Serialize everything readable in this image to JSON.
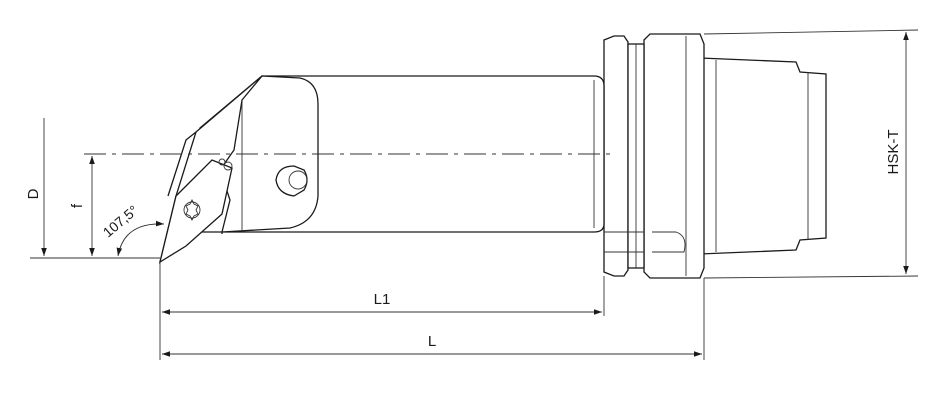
{
  "dimensions": {
    "D": "D",
    "f": "f",
    "angle": "107,5°",
    "L1": "L1",
    "L": "L",
    "hsk": "HSK-T"
  },
  "colors": {
    "line": "#1a1a1a",
    "background": "#ffffff"
  }
}
